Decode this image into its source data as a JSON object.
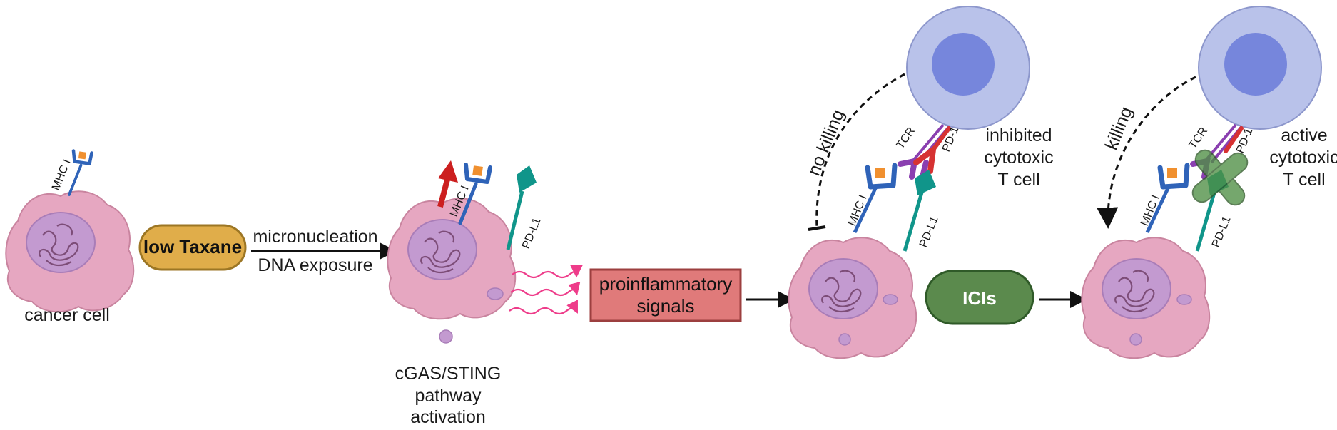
{
  "labels": {
    "cancer_cell": "cancer cell",
    "low_taxane": "low Taxane",
    "micronucleation": "micronucleation",
    "dna_exposure": "DNA exposure",
    "cgas_line1": "cGAS/STING",
    "cgas_line2": "pathway",
    "cgas_line3": "activation",
    "proinflammatory_line1": "proinflammatory",
    "proinflammatory_line2": "signals",
    "icis": "ICIs",
    "no_killing": "no killing",
    "killing": "killing",
    "inhibited_line1": "inhibited",
    "inhibited_line2": "cytotoxic",
    "inhibited_line3": "T cell",
    "active_line1": "active",
    "active_line2": "cytotoxic",
    "active_line3": "T cell"
  },
  "molecules": {
    "mhc": "MHC I",
    "pdl1": "PD-L1",
    "pd1": "PD-1",
    "tcr": "TCR"
  },
  "colors": {
    "cell_body": "#e6a7c1",
    "cell_outline": "#c9849f",
    "nucleus": "#c39ad0",
    "chromatin": "#7d4d78",
    "taxane_fill": "#e0ad4a",
    "proinflammatory_fill": "#e07a7a",
    "icis_fill": "#5b8a4d",
    "tcell_outer": "#b9c2ea",
    "tcell_inner": "#7686dc",
    "mhc_blue": "#2f63b8",
    "antigen_orange": "#f0902f",
    "pdl1_teal": "#10958a",
    "pd1_red": "#d63232",
    "tcr_purple": "#8a3fb0",
    "signal_pink": "#ee3c8a",
    "up_arrow_red": "#cc1f1f",
    "block_green": "#4f8f45"
  }
}
